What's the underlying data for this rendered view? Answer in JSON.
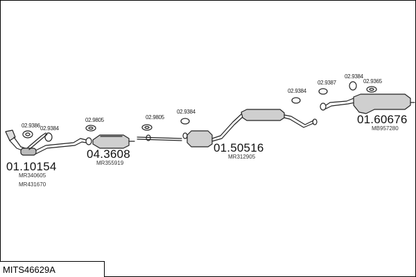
{
  "assembly_code": "MITS46629A",
  "parts": {
    "front_pipe": {
      "number": "01.10154",
      "refs": [
        "MR340605",
        "MR431670"
      ]
    },
    "catalyst": {
      "number": "04.3608",
      "refs": [
        "MR355919"
      ]
    },
    "middle_silencer": {
      "number": "01.50516",
      "refs": [
        "MR312905"
      ]
    },
    "rear_silencer": {
      "number": "01.60676",
      "refs": [
        "MB957280"
      ]
    }
  },
  "fittings": {
    "gasket_front": "02.9386",
    "mount_front": "02.9384",
    "gasket_cat": "02.9805",
    "gasket_mid": "02.9805",
    "mount_mid": "02.9384",
    "mount_rear_a": "02.9384",
    "mount_rear_b": "02.9387",
    "mount_rear_c": "02.9384",
    "mount_rear_d": "02.9365"
  }
}
